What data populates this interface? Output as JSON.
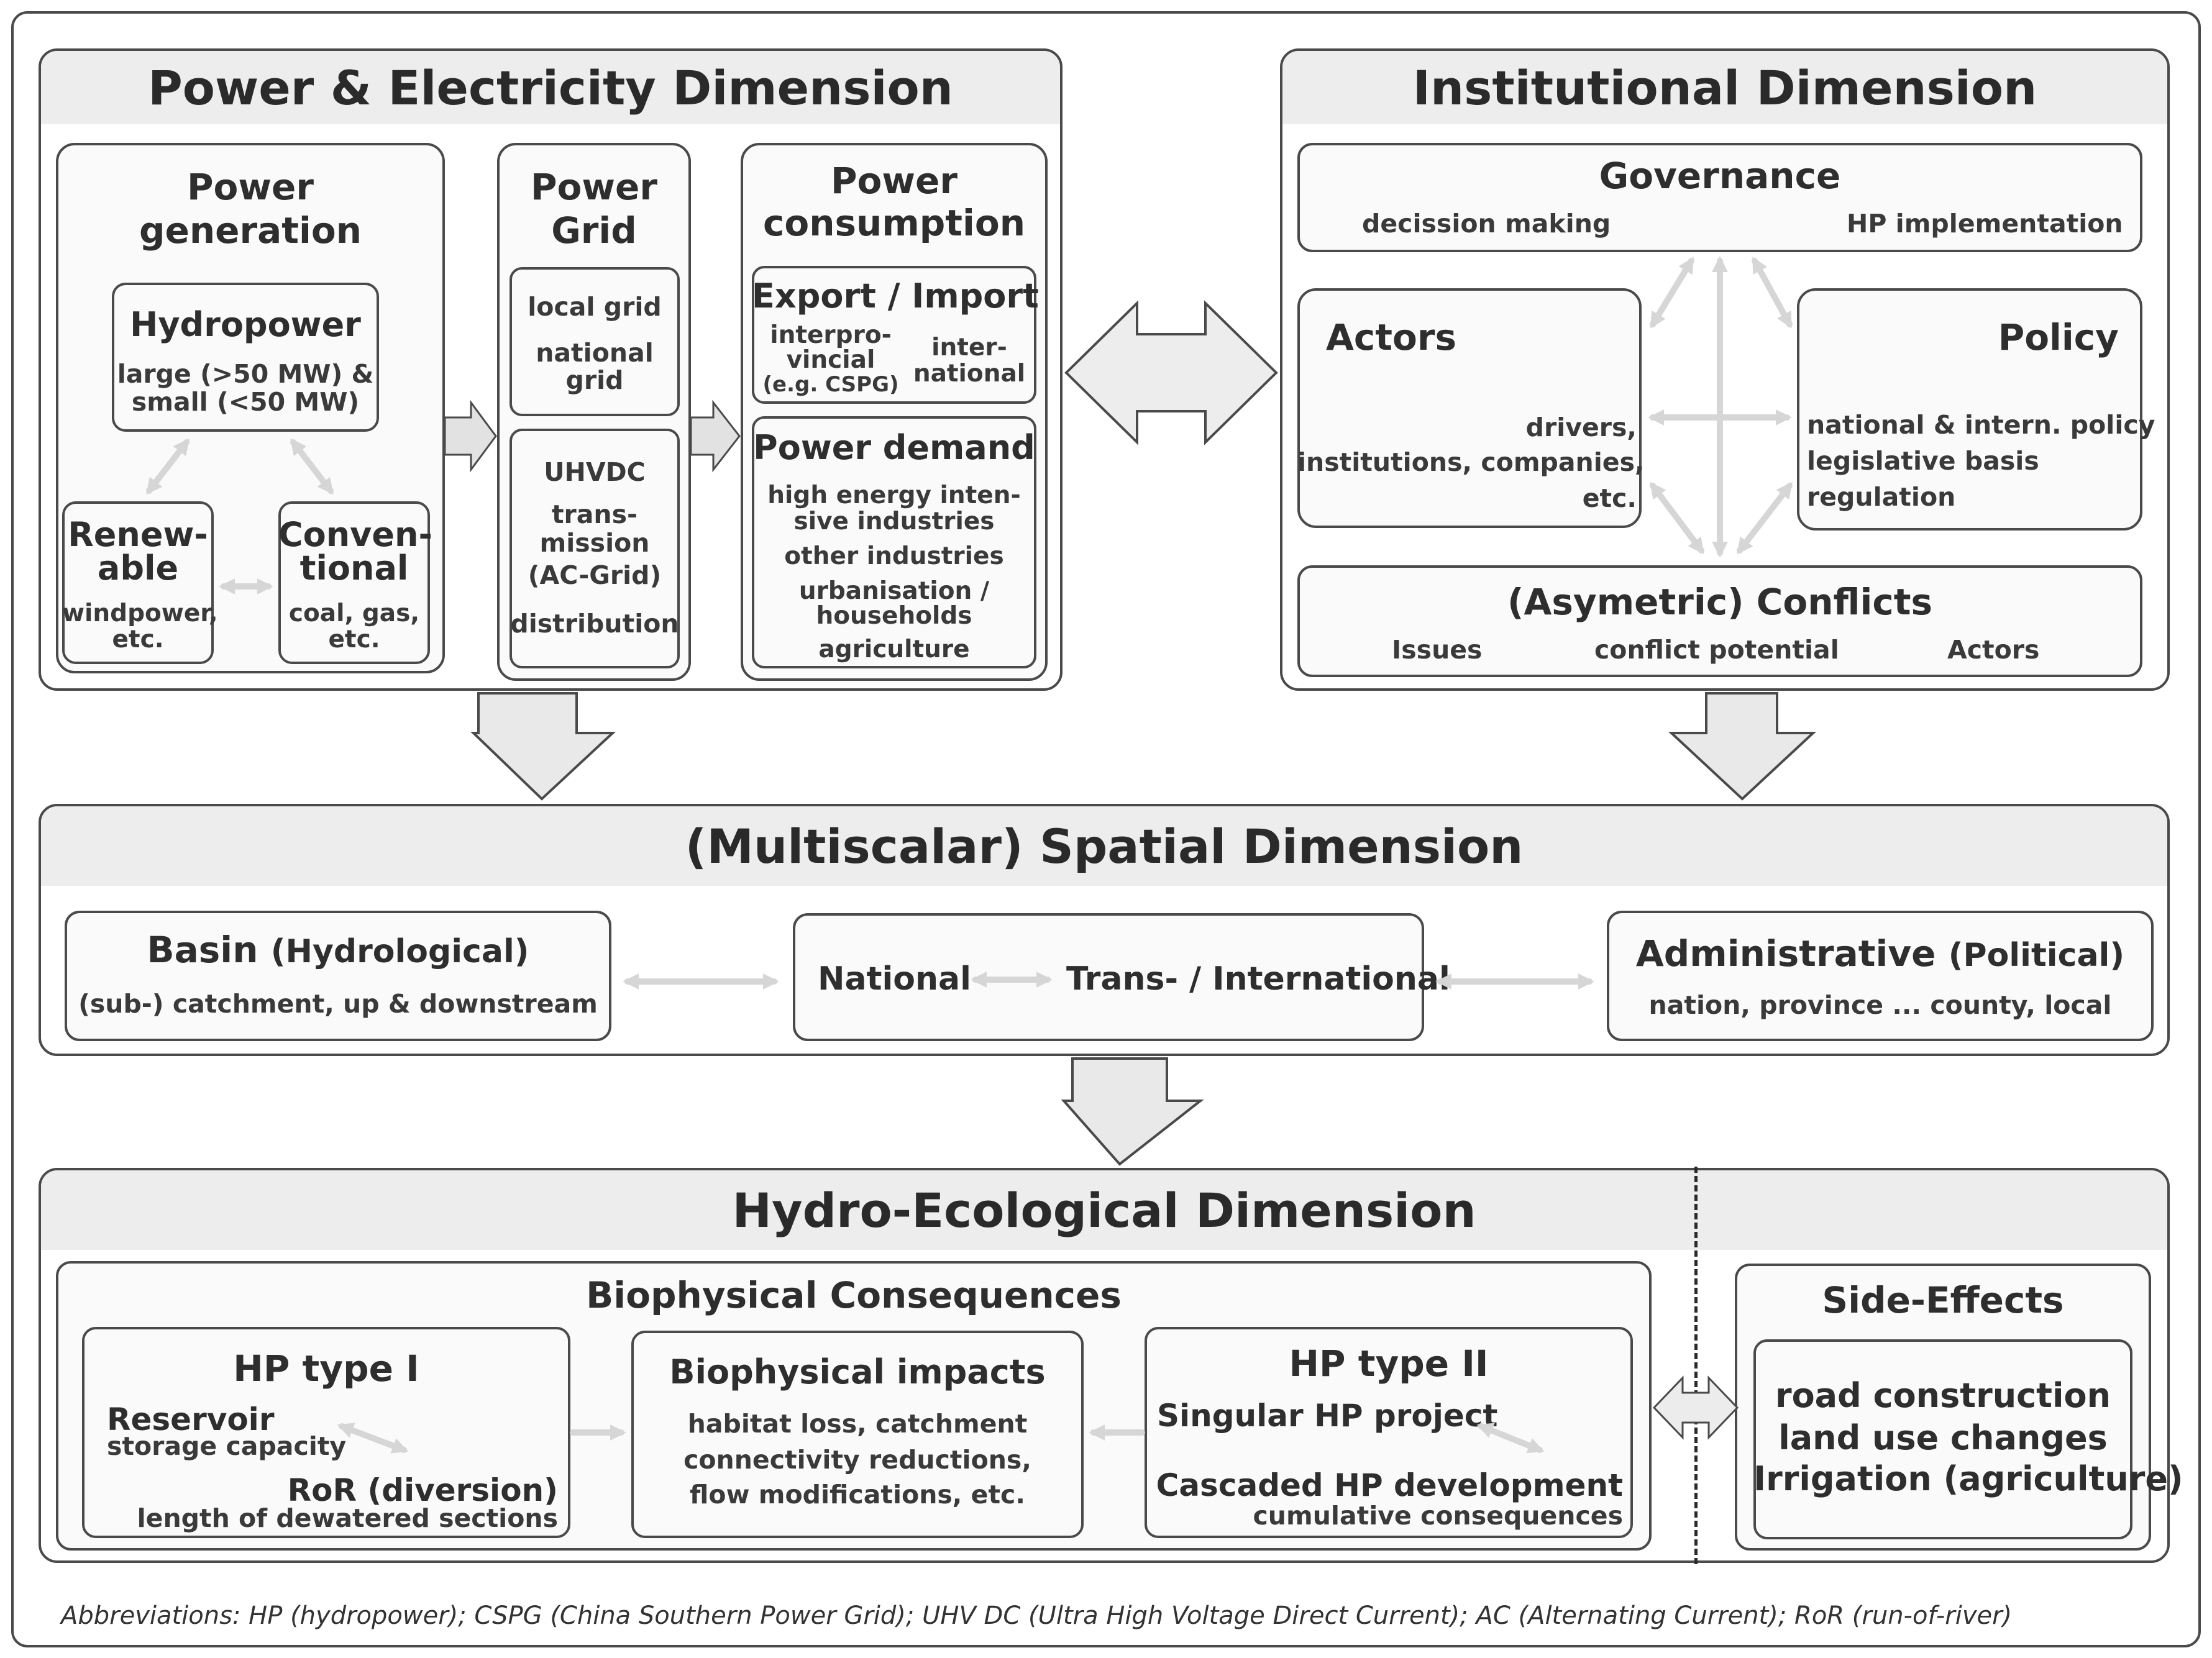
{
  "power": {
    "title": "Power & Electricity Dimension",
    "generation": {
      "title_l1": "Power",
      "title_l2": "generation",
      "hydro": {
        "title": "Hydropower",
        "l1": "large (>50 MW) &",
        "l2": "small (<50 MW)"
      },
      "renewable": {
        "t1": "Renew-",
        "t2": "able",
        "l1": "windpower,",
        "l2": "etc."
      },
      "conventional": {
        "t1": "Conven-",
        "t2": "tional",
        "l1": "coal, gas,",
        "l2": "etc."
      }
    },
    "grid": {
      "title_l1": "Power",
      "title_l2": "Grid",
      "local": "local grid",
      "national_l1": "national",
      "national_l2": "grid",
      "uhvdc": "UHVDC",
      "trans_l1": "trans-",
      "trans_l2": "mission",
      "trans_l3": "(AC-Grid)",
      "distribution": "distribution"
    },
    "consumption": {
      "title_l1": "Power",
      "title_l2": "consumption",
      "export_title": "Export / Import",
      "interpro_l1": "interpro-",
      "interpro_l2": "vincial",
      "interpro_l3": "(e.g. CSPG)",
      "inter_l1": "inter-",
      "inter_l2": "national",
      "demand_title": "Power demand",
      "d1": "high energy inten-",
      "d2": "sive industries",
      "d3": "other industries",
      "d4": "urbanisation /",
      "d5": "households",
      "d6": "agriculture"
    }
  },
  "institutional": {
    "title": "Institutional Dimension",
    "governance": {
      "title": "Governance",
      "left": "decission making",
      "right": "HP implementation"
    },
    "actors": {
      "title": "Actors",
      "l1": "drivers,",
      "l2": "institutions, companies,",
      "l3": "etc."
    },
    "policy": {
      "title": "Policy",
      "l1": "national & intern. policy",
      "l2": "legislative basis",
      "l3": "regulation"
    },
    "conflicts": {
      "title": "(Asymetric) Conflicts",
      "a": "Issues",
      "b": "conflict potential",
      "c": "Actors"
    }
  },
  "spatial": {
    "title": "(Multiscalar) Spatial Dimension",
    "basin": {
      "title_bold": "Basin",
      "title_light": "(Hydrological)",
      "sub": "(sub-) catchment,  up & downstream"
    },
    "national": {
      "left": "National",
      "right": "Trans- / International"
    },
    "admin": {
      "title_bold": "Administrative",
      "title_light": "(Political)",
      "sub": "nation, province   ...   county, local"
    }
  },
  "hydro": {
    "title": "Hydro-Ecological Dimension",
    "bio_title": "Biophysical Consequences",
    "type1": {
      "title": "HP type I",
      "reservoir": "Reservoir",
      "storage": "storage capacity",
      "ror": "RoR (diversion)",
      "dewatered": "length of dewatered sections"
    },
    "impacts": {
      "title": "Biophysical impacts",
      "l1": "habitat loss, catchment",
      "l2": "connectivity reductions,",
      "l3": "flow modifications, etc."
    },
    "type2": {
      "title": "HP type II",
      "singular": "Singular HP project",
      "cascaded": "Cascaded HP development",
      "cumulative": "cumulative consequences"
    },
    "side": {
      "title": "Side-Effects",
      "l1": "road construction",
      "l2": "land use changes",
      "l3": "Irrigation (agriculture)"
    }
  },
  "abbreviations": "Abbreviations:    HP (hydropower); CSPG (China Southern Power Grid); UHV DC (Ultra High Voltage Direct Current); AC (Alternating Current); RoR (run-of-river)"
}
